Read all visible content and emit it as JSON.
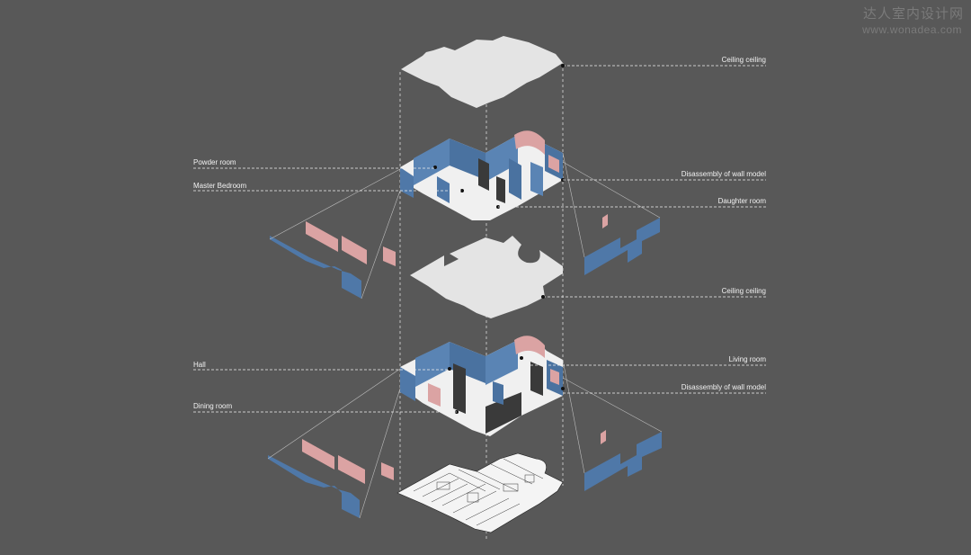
{
  "watermark": {
    "brand": "达人室内设计网",
    "url": "www.wonadea.com"
  },
  "labels": {
    "ceiling_top": "Ceiling ceiling",
    "powder_room": "Powder room",
    "master_bedroom": "Master Bedroom",
    "disassembly_upper": "Disassembly of wall model",
    "daughter_room": "Daughter room",
    "ceiling_middle": "Ceiling ceiling",
    "hall": "Hall",
    "living_room": "Living room",
    "disassembly_lower": "Disassembly of wall model",
    "dining_room": "Dining room"
  },
  "colors": {
    "background": "#585858",
    "ceiling": "#e4e4e4",
    "wall_blue": "#4f78a8",
    "wall_blue_dark": "#3d6290",
    "wall_pink": "#dba3a3",
    "floor_white": "#f2f2f2",
    "leader_line": "#ffffff"
  }
}
